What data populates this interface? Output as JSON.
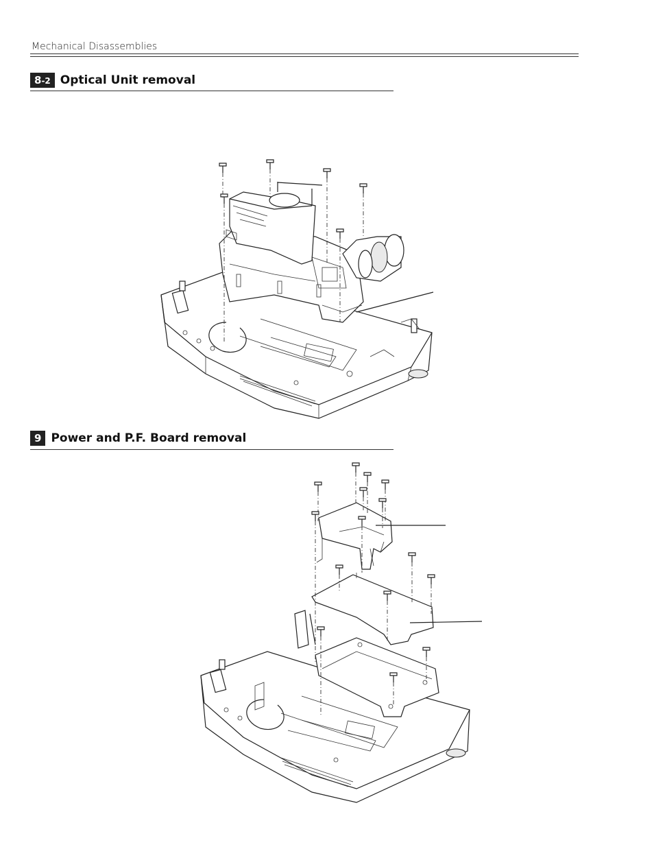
{
  "header": {
    "running_title": "Mechanical Disassemblies"
  },
  "sections": [
    {
      "number_main": "8",
      "number_sub": "-2",
      "title": "Optical Unit removal"
    },
    {
      "number_main": "9",
      "number_sub": "",
      "title": "Power and P.F. Board removal"
    }
  ]
}
